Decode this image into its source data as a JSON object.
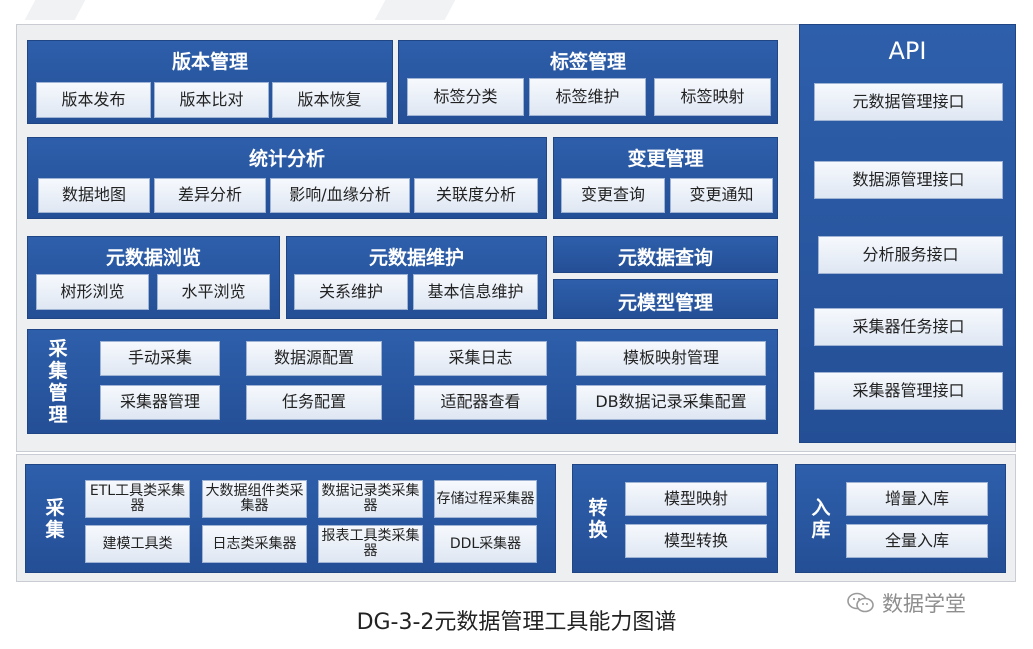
{
  "panels": {
    "version": {
      "title": "版本管理",
      "items": [
        "版本发布",
        "版本比对",
        "版本恢复"
      ]
    },
    "tags": {
      "title": "标签管理",
      "items": [
        "标签分类",
        "标签维护",
        "标签映射"
      ]
    },
    "stats": {
      "title": "统计分析",
      "items": [
        "数据地图",
        "差异分析",
        "影响/血缘分析",
        "关联度分析"
      ]
    },
    "change": {
      "title": "变更管理",
      "items": [
        "变更查询",
        "变更通知"
      ]
    },
    "browse": {
      "title": "元数据浏览",
      "items": [
        "树形浏览",
        "水平浏览"
      ]
    },
    "maintain": {
      "title": "元数据维护",
      "items": [
        "关系维护",
        "基本信息维护"
      ]
    },
    "query": {
      "title": "元数据查询"
    },
    "model_mgmt": {
      "title": "元模型管理"
    },
    "collect_mgmt": {
      "title": "采集管理",
      "items": [
        "手动采集",
        "数据源配置",
        "采集日志",
        "模板映射管理",
        "采集器管理",
        "任务配置",
        "适配器查看",
        "DB数据记录采集配置"
      ]
    },
    "api": {
      "title": "API",
      "items": [
        "元数据管理接口",
        "数据源管理接口",
        "分析服务接口",
        "采集器任务接口",
        "采集器管理接口"
      ]
    },
    "collect": {
      "title": "采集",
      "items": [
        "ETL工具类采集器",
        "大数据组件类采集器",
        "数据记录类采集器",
        "存储过程采集器",
        "建模工具类",
        "日志类采集器",
        "报表工具类采集器",
        "DDL采集器"
      ]
    },
    "transform": {
      "title": "转换",
      "items": [
        "模型映射",
        "模型转换"
      ]
    },
    "load": {
      "title": "入库",
      "items": [
        "增量入库",
        "全量入库"
      ]
    }
  },
  "caption": "DG-3-2元数据管理工具能力图谱",
  "watermark": "数据学堂"
}
